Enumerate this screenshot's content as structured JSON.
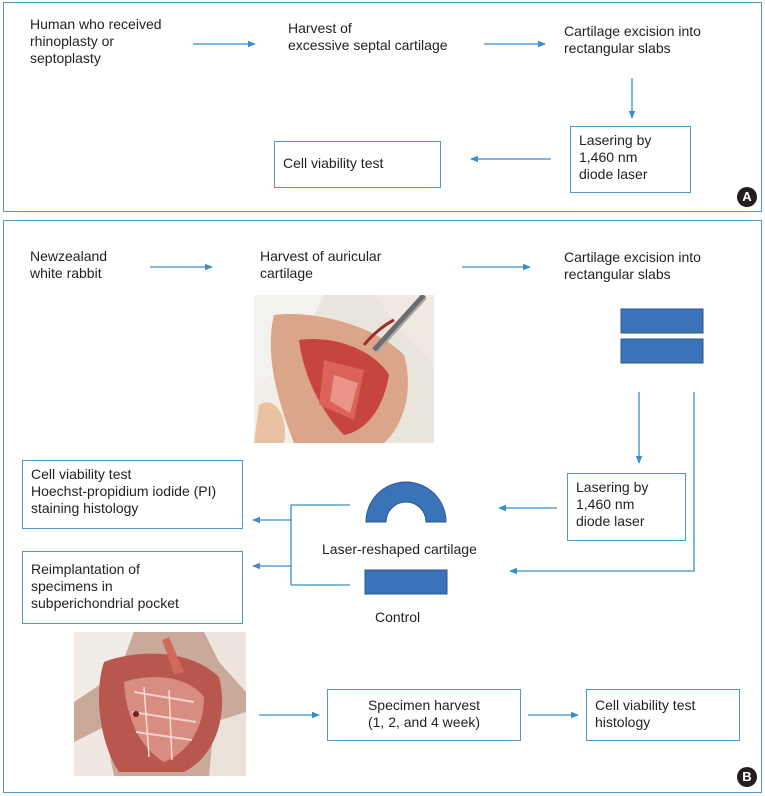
{
  "panel_a": {
    "badge": "A",
    "step1": "Human who received\nrhinoplasty or\nseptoplasty",
    "step2": "Harvest of\nexcessive septal cartilage",
    "step3": "Cartilage excision into\nrectangular slabs",
    "step4": "Lasering by\n1,460 nm\ndiode laser",
    "step5": "Cell viability test"
  },
  "panel_b": {
    "badge": "B",
    "step1": "Newzealand\nwhite rabbit",
    "step2": "Harvest of auricular\ncartilage",
    "step3": "Cartilage excision into\nrectangular slabs",
    "step4": "Lasering by\n1,460 nm\ndiode laser",
    "reshaped_label": "Laser-reshaped cartilage",
    "control_label": "Control",
    "outcome1": "Cell viability test\nHoechst-propidium iodide (PI)\nstaining histology",
    "outcome2": "Reimplantation of\nspecimens in\nsubperichondrial pocket",
    "harvest": "Specimen harvest\n(1, 2, and 4 week)",
    "final": "Cell viability test\nhistology"
  },
  "colors": {
    "border": "#4a9acb",
    "arrow": "#3a8ec8",
    "shape_fill": "#3b73b9",
    "shape_stroke": "#2a5790"
  }
}
